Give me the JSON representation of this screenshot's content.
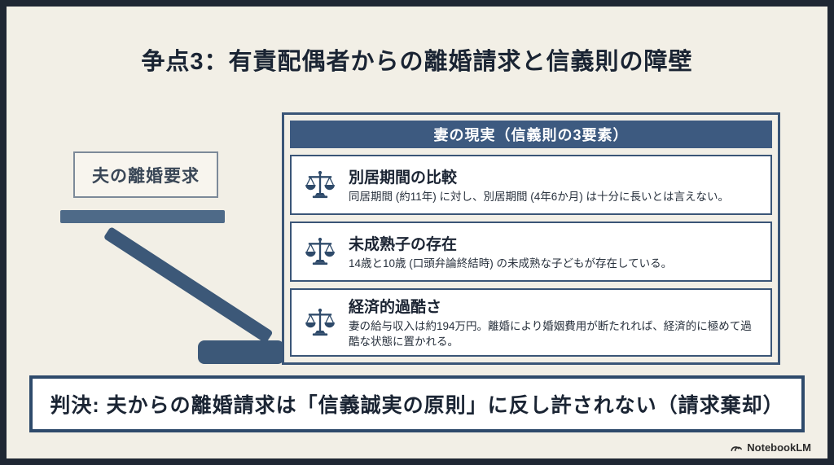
{
  "colors": {
    "background": "#f2efe6",
    "frame": "#1f2733",
    "navy": "#3a5577",
    "header_navy": "#3d5a80",
    "icon_navy": "#2e4a6a",
    "banner_border": "#2e4a6b",
    "text_dark": "#1a2433"
  },
  "title": "争点3：有責配偶者からの離婚請求と信義則の障壁",
  "left": {
    "label": "夫の離婚要求"
  },
  "panel": {
    "header": "妻の現実（信義則の3要素）",
    "items": [
      {
        "icon": "balance-scale-icon",
        "title": "別居期間の比較",
        "description": "同居期間 (約11年) に対し、別居期間 (4年6か月) は十分に長いとは言えない。"
      },
      {
        "icon": "balance-scale-icon",
        "title": "未成熟子の存在",
        "description": "14歳と10歳 (口頭弁論終結時) の未成熟な子どもが存在している。"
      },
      {
        "icon": "balance-scale-icon",
        "title": "経済的過酷さ",
        "description": "妻の給与収入は約194万円。離婚により婚姻費用が断たれれば、経済的に極めて過酷な状態に置かれる。"
      }
    ]
  },
  "verdict": "判決: 夫からの離婚請求は「信義誠実の原則」に反し許されない（請求棄却）",
  "footer": {
    "brand": "NotebookLM"
  }
}
